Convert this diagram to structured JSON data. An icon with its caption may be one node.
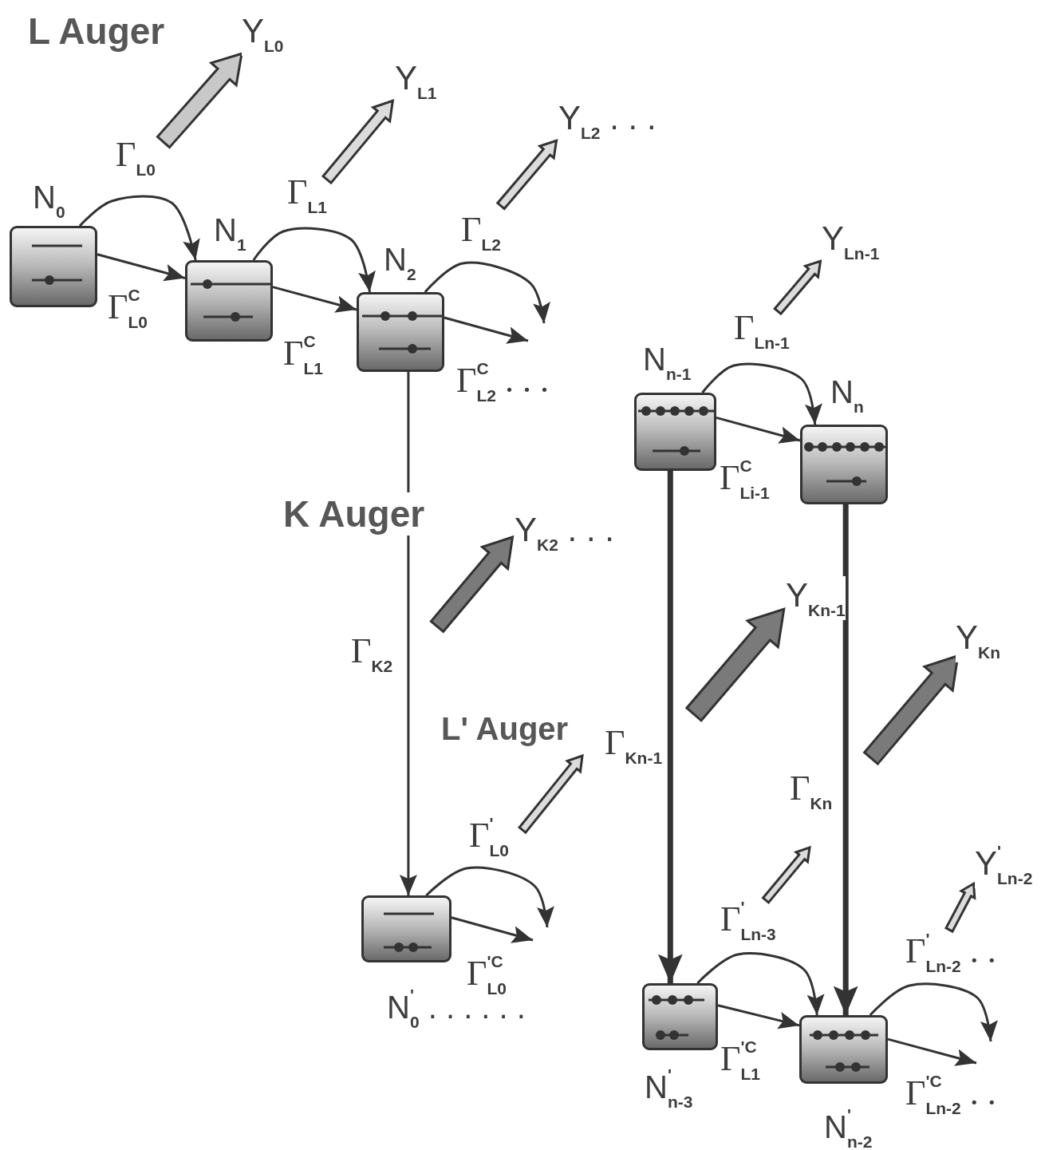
{
  "diagram": {
    "nodes": [
      {
        "text": [
          "N$_{0}$"
        ]
      },
      {
        "text": [
          "N$_{1}$"
        ]
      },
      {
        "text": [
          "N$_{2}$"
        ]
      },
      {
        "text": [
          "N$_{n-1}$"
        ]
      },
      {
        "text": [
          "N$_{n}$"
        ]
      },
      {
        "text": [
          "N$^{'}$$_{0}$ . . . . . ."
        ]
      },
      {
        "text": [
          "N$^{'}$$_{n-3}$"
        ]
      },
      {
        "text": [
          "N$^{'}$$_{n-2}$"
        ]
      },
      {
        "text": [
          "Y$_{L0}$"
        ]
      },
      {
        "text": [
          "Y$_{L1}$"
        ]
      },
      {
        "text": [
          "Y$_{L2}$ . . ."
        ]
      },
      {
        "text": [
          "Y$_{Ln-1}$"
        ]
      },
      {
        "text": [
          "Y$_{K2}$ . . ."
        ]
      },
      {
        "text": [
          "Y$_{Kn-1}$"
        ]
      },
      {
        "text": [
          "Y$_{Kn}$"
        ]
      },
      {
        "text": [
          "Y$^{'}$$_{Ln-2}$"
        ]
      }
    ],
    "edges": [
      {
        "from": 0,
        "to": 1,
        "arrow": "to"
      },
      {
        "from": 0,
        "to": 1,
        "arrow": "to",
        "label": "Γ$^{C}$$_{L0}$"
      },
      {
        "from": 1,
        "to": 2,
        "arrow": "to"
      },
      {
        "from": 1,
        "to": 2,
        "arrow": "to",
        "label": "Γ$^{C}$$_{L1}$"
      },
      {
        "from": 2,
        "to": null,
        "arrow": "to"
      },
      {
        "from": 2,
        "to": null,
        "arrow": "to",
        "label": "Γ$^{C}$$_{L2}$ . . ."
      },
      {
        "from": 3,
        "to": 4,
        "arrow": "to"
      },
      {
        "from": 3,
        "to": 4,
        "arrow": "to",
        "label": "Γ$^{C}$$_{Li-1}$"
      },
      {
        "from": 5,
        "to": null,
        "arrow": "to"
      },
      {
        "from": 5,
        "to": null,
        "arrow": "to",
        "label": "Γ$^{'C}$$_{L0}$"
      },
      {
        "from": 6,
        "to": 7,
        "arrow": "to"
      },
      {
        "from": 6,
        "to": 7,
        "arrow": "to",
        "label": "Γ$^{'C}$$_{L1}$"
      },
      {
        "from": 7,
        "to": null,
        "arrow": "to"
      },
      {
        "from": 7,
        "to": null,
        "arrow": "to",
        "label": "Γ$^{'C}$$_{Ln-2}$ . ."
      },
      {
        "from": 2,
        "to": 5,
        "arrow": "to",
        "label": "Γ$_{K2}$"
      },
      {
        "from": 3,
        "to": 6,
        "arrow": "to",
        "label": "Γ$_{Kn-1}$",
        "style": "thick"
      },
      {
        "from": 4,
        "to": 7,
        "arrow": "to",
        "label": "Γ$_{Kn}$",
        "style": "thick"
      },
      {
        "from": null,
        "to": 8,
        "arrow": "to",
        "label": "Γ$_{L0}$",
        "style": "thick",
        "color": "#c8c8c8"
      },
      {
        "from": null,
        "to": 9,
        "arrow": "to",
        "label": "Γ$_{L1}$",
        "style": "thick",
        "color": "#dcdcdc"
      },
      {
        "from": null,
        "to": 10,
        "arrow": "to",
        "label": "Γ$_{L2}$",
        "style": "thick",
        "color": "#dcdcdc"
      },
      {
        "from": null,
        "to": 11,
        "arrow": "to",
        "label": "Γ$_{Ln-1}$",
        "style": "thick",
        "color": "#dcdcdc"
      },
      {
        "from": null,
        "to": 12,
        "arrow": "to",
        "style": "thick",
        "color": "#7a7a7a"
      },
      {
        "from": null,
        "to": 13,
        "arrow": "to",
        "style": "thick",
        "color": "#7a7a7a"
      },
      {
        "from": null,
        "to": 14,
        "arrow": "to",
        "style": "thick",
        "color": "#7a7a7a"
      },
      {
        "from": null,
        "to": 15,
        "arrow": "to",
        "label": "Γ$^{'}$$_{Ln-2}$ . .",
        "style": "thick",
        "color": "#dcdcdc"
      }
    ],
    "labels": [
      "L Auger",
      "K Auger",
      "L' Auger",
      "Γ$^{'}$$_{L0}$",
      "Γ$^{'}$$_{Ln-3}$"
    ]
  }
}
